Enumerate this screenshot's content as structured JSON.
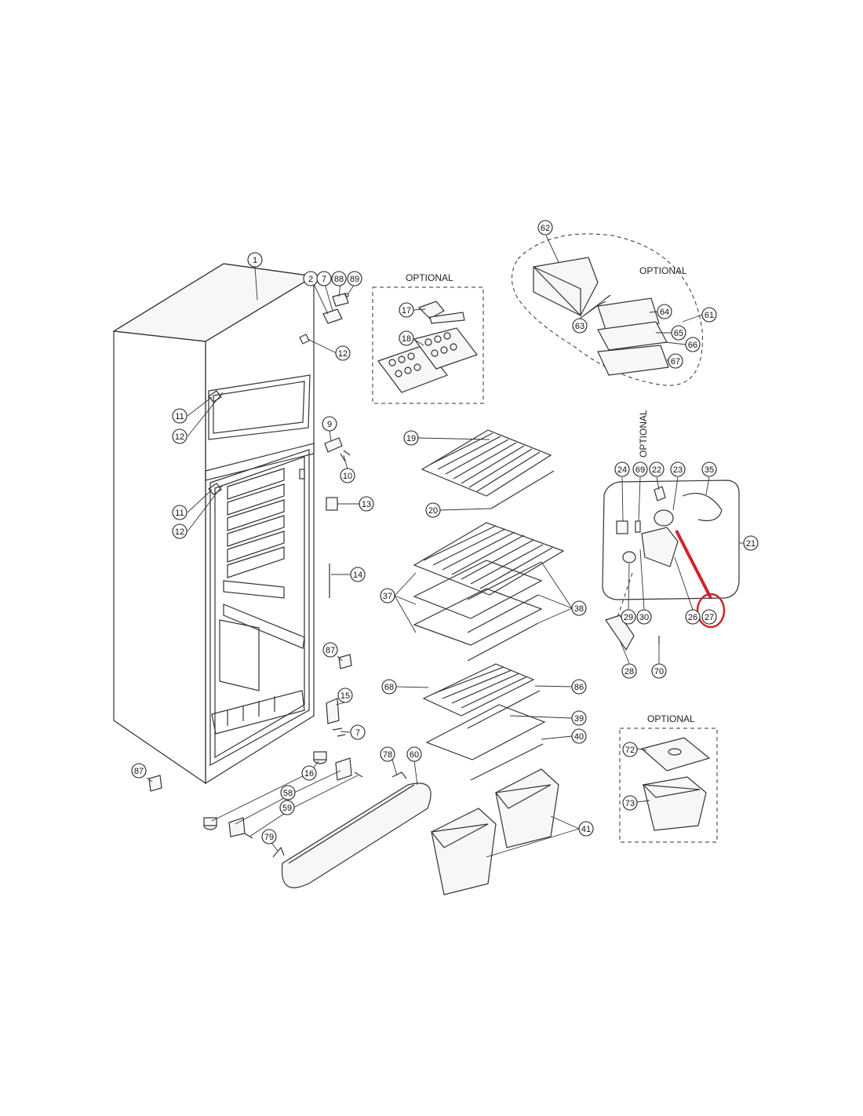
{
  "optional_label": "OPTIONAL",
  "highlight_color": "#d0232a",
  "highlighted_part": "27",
  "parts": [
    {
      "id": "p1",
      "label": "1"
    },
    {
      "id": "p2",
      "label": "2"
    },
    {
      "id": "p7a",
      "label": "7"
    },
    {
      "id": "p88",
      "label": "88"
    },
    {
      "id": "p89",
      "label": "89"
    },
    {
      "id": "p12a",
      "label": "12"
    },
    {
      "id": "p11a",
      "label": "11"
    },
    {
      "id": "p12b",
      "label": "12"
    },
    {
      "id": "p11b",
      "label": "11"
    },
    {
      "id": "p12c",
      "label": "12"
    },
    {
      "id": "p9",
      "label": "9"
    },
    {
      "id": "p10",
      "label": "10"
    },
    {
      "id": "p13",
      "label": "13"
    },
    {
      "id": "p14",
      "label": "14"
    },
    {
      "id": "p87a",
      "label": "87"
    },
    {
      "id": "p15",
      "label": "15"
    },
    {
      "id": "p7b",
      "label": "7"
    },
    {
      "id": "p87b",
      "label": "87"
    },
    {
      "id": "p16",
      "label": "16"
    },
    {
      "id": "p58",
      "label": "58"
    },
    {
      "id": "p59",
      "label": "59"
    },
    {
      "id": "p79",
      "label": "79"
    },
    {
      "id": "p78",
      "label": "78"
    },
    {
      "id": "p60",
      "label": "60"
    },
    {
      "id": "p17",
      "label": "17"
    },
    {
      "id": "p18",
      "label": "18"
    },
    {
      "id": "p19",
      "label": "19"
    },
    {
      "id": "p20",
      "label": "20"
    },
    {
      "id": "p37",
      "label": "37"
    },
    {
      "id": "p38",
      "label": "38"
    },
    {
      "id": "p68",
      "label": "68"
    },
    {
      "id": "p86",
      "label": "86"
    },
    {
      "id": "p39",
      "label": "39"
    },
    {
      "id": "p40",
      "label": "40"
    },
    {
      "id": "p41",
      "label": "41"
    },
    {
      "id": "p62",
      "label": "62"
    },
    {
      "id": "p61",
      "label": "61"
    },
    {
      "id": "p63",
      "label": "63"
    },
    {
      "id": "p64",
      "label": "64"
    },
    {
      "id": "p65",
      "label": "65"
    },
    {
      "id": "p66",
      "label": "66"
    },
    {
      "id": "p67",
      "label": "67"
    },
    {
      "id": "p24",
      "label": "24"
    },
    {
      "id": "p69",
      "label": "69"
    },
    {
      "id": "p22",
      "label": "22"
    },
    {
      "id": "p23",
      "label": "23"
    },
    {
      "id": "p35",
      "label": "35"
    },
    {
      "id": "p21",
      "label": "21"
    },
    {
      "id": "p29",
      "label": "29"
    },
    {
      "id": "p30",
      "label": "30"
    },
    {
      "id": "p26",
      "label": "26"
    },
    {
      "id": "p27",
      "label": "27"
    },
    {
      "id": "p28",
      "label": "28"
    },
    {
      "id": "p70",
      "label": "70"
    },
    {
      "id": "p72",
      "label": "72"
    },
    {
      "id": "p73",
      "label": "73"
    }
  ]
}
